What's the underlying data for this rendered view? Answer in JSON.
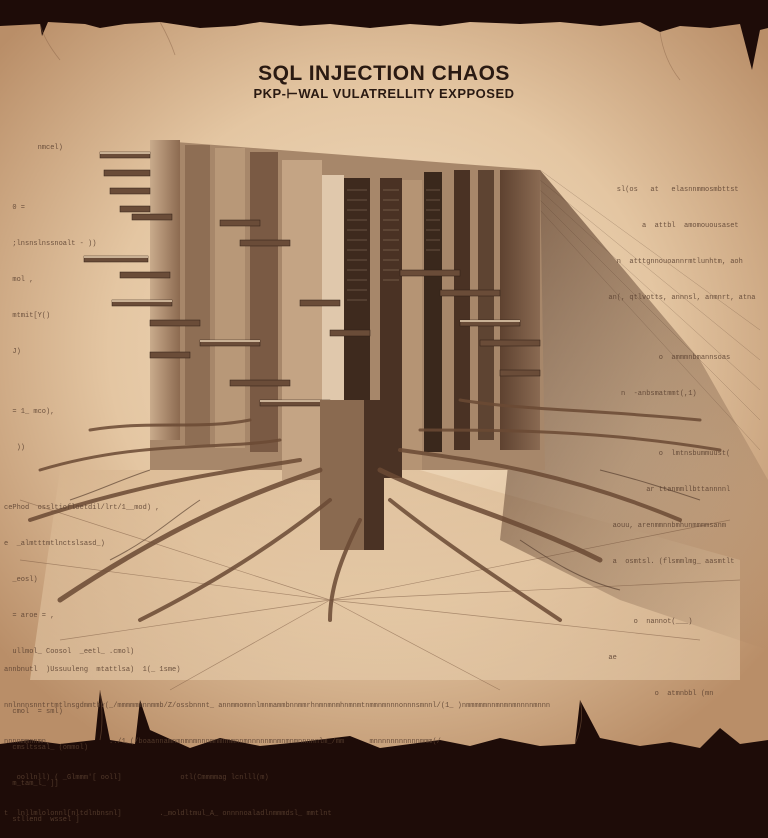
{
  "artwork": {
    "title": "SQL INJECTION CHAOS",
    "subtitle": "PKP-⊢WAL VULATRELLITY EXPPOSED",
    "style": "sepia illustration on torn parchment",
    "colors": {
      "background": "#1e0c08",
      "parchment_light": "#ecd6b8",
      "parchment_mid": "#d9b892",
      "parchment_dark": "#b08660",
      "ink": "#2a1a12",
      "tower_dark": "#3e2a1e",
      "tower_mid": "#7a5a44",
      "root": "#6b4a34"
    }
  },
  "code_left": [
    "        nmcel)",
    "",
    "  0 =",
    "  ;lnsnslnssnoalt - ))",
    "  mol ,",
    "  mtmit[Y()",
    "  J)",
    "",
    "  = 1_ mco),",
    "   ))",
    "",
    "cePhod  ossltiofloetdil/lrt/1__mod) ,",
    "e  _almtttmtlnctslsasd_)",
    "  _eosl)",
    "  = aroe = ,",
    "  ullmol_ Coosol  _eetl_ .cmol)",
    "",
    "  cmol  = sml)",
    "  cmsltssal_ (ommol)",
    "  m_tam_l_ ]]",
    "  stllend  wssel ]"
  ],
  "code_right": [
    "    sl(os   at   elasnnmmosmbttst",
    "          a  attbl  amomouousaset",
    "    n  atttgnnouoannrmtlunhtm, aoh",
    "  an(, qtlvotts, annnsl, anmnrt, atna",
    "",
    "              o  ammmnbmannsoas",
    "     n  -anbsmatmmt(,1)",
    "",
    "              o  lmtnsbummuust(",
    "           ar ttanmmllbttannnnl",
    "   aouu, arenmmnnbmhunmmmmsanm",
    "   a  osmtsl. (flsmmlmg_ aasmtlt",
    "",
    "        o  nannot(___)",
    "  ae",
    "             o  atmnbbl (mn"
  ],
  "code_bottom": [
    "annbnutl  )Ussuuleng  mtattlsa)  1(_ 1sme)",
    "nnlnnnsnntrtmtlnsgdmmthv(_/mmmmmmnnmmb/Z/ossbnnnt_ annmmomnnlmnmammbnnmmrhnmnmnmhnmnmtnmmnmnnnonnnsmnnl/(1_ )nmmmmmnnmnmnmnnnnmnnn",
    "nnnnmmnnmn,              ../1_(/boaannamnmnmnmnnnmnmnnmnnmnnnnnmnmnmnmnnnnnlm_/mm      mnnnnnnnnnnnmmm(/",
    "   oollnll) ( _Glmmm'[ ooll]              otl(Cmmmmag lcnlll(m)",
    "t  lnllmlolonnl[nltdlnbnsnl]         ._moldltmul_A_ onnnnoaladlnmmmdsl_ mmtlnt"
  ]
}
